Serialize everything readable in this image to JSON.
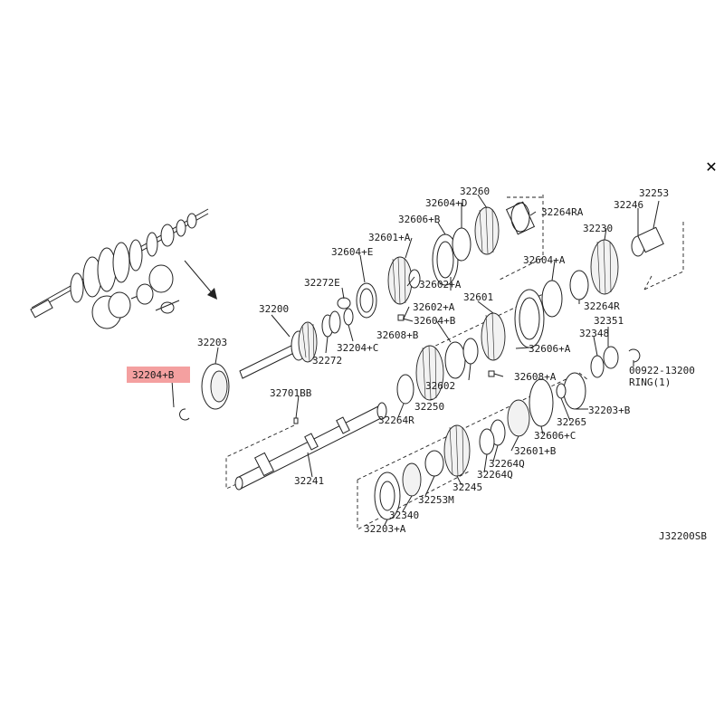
{
  "diagram": {
    "close_symbol": "✕",
    "diagram_code": "J32200SB",
    "highlight_color": "#f4a0a0",
    "highlighted_part": "32204+B",
    "labels": {
      "p32260": "32260",
      "p32604D": "32604+D",
      "p32264RA": "32264RA",
      "p32606B": "32606+B",
      "p32601A": "32601+A",
      "p32604E": "32604+E",
      "p32272E": "32272E",
      "p32602A_1": "32602+A",
      "p32602A_2": "32602+A",
      "p32601": "32601",
      "p32604A": "32604+A",
      "p32246": "32246",
      "p32253": "32253",
      "p32230": "32230",
      "p32264R_r": "32264R",
      "p32200": "32200",
      "p32608B": "32608+B",
      "p32604B": "32604+B",
      "p32351": "32351",
      "p32348": "32348",
      "p32203": "32203",
      "p32272": "32272",
      "p32204C": "32204+C",
      "p32204B": "32204+B",
      "p32602": "32602",
      "p32606A": "32606+A",
      "p32608A": "32608+A",
      "p00922": "00922-13200",
      "ring": "RING(1)",
      "p32701BB": "32701BB",
      "p32250": "32250",
      "p32264R_l": "32264R",
      "p32203B": "32203+B",
      "p32265": "32265",
      "p32606C": "32606+C",
      "p32601B": "32601+B",
      "p32264Q_1": "32264Q",
      "p32264Q_2": "32264Q",
      "p32241": "32241",
      "p32245": "32245",
      "p32253M": "32253M",
      "p32340": "32340",
      "p32203A": "32203+A"
    }
  }
}
